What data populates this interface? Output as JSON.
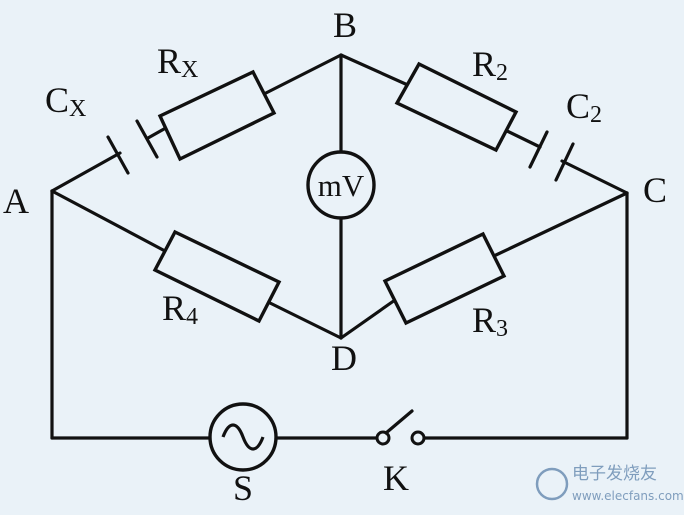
{
  "nodes": {
    "a": "A",
    "b": "B",
    "c": "C",
    "d": "D"
  },
  "components": {
    "rx": {
      "main": "R",
      "sub": "X"
    },
    "cx": {
      "main": "C",
      "sub": "X"
    },
    "r2": {
      "main": "R",
      "sub": "2"
    },
    "c2": {
      "main": "C",
      "sub": "2"
    },
    "r4": {
      "main": "R",
      "sub": "4"
    },
    "r3": {
      "main": "R",
      "sub": "3"
    },
    "meter": "mV",
    "source": "S",
    "switch": "K"
  },
  "watermark": {
    "text": "电子发烧友",
    "url": "www.elecfans.com"
  }
}
